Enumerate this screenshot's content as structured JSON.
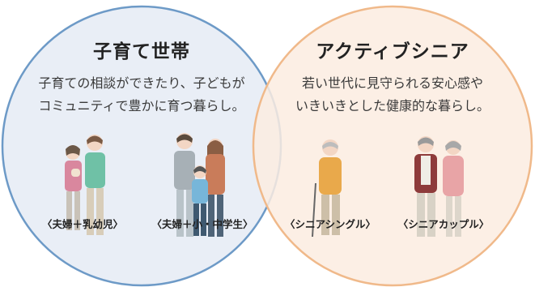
{
  "left": {
    "title": "子育て世帯",
    "desc_line1": "子育ての相談ができたり、子どもが",
    "desc_line2": "コミュニティで豊かに育つ暮らし。",
    "caption1": "〈夫婦＋乳幼児〉",
    "caption2": "〈夫婦＋小・中学生〉"
  },
  "right": {
    "title": "アクティブシニア",
    "desc_line1": "若い世代に見守られる安心感や",
    "desc_line2": "いきいきとした健康的な暮らし。",
    "caption1": "〈シニアシングル〉",
    "caption2": "〈シニアカップル〉"
  },
  "colors": {
    "left_circle_fill": "#e9eef6",
    "left_circle_stroke": "#6d9ac7",
    "right_circle_fill": "#fbece0",
    "right_circle_stroke": "#f0b98a"
  }
}
